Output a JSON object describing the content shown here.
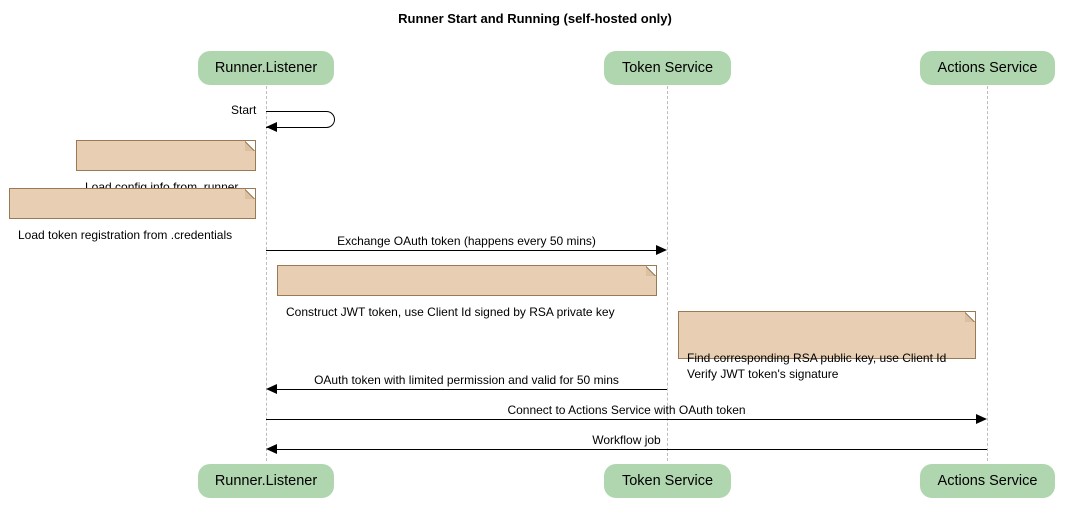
{
  "diagram": {
    "type": "uml-sequence-diagram",
    "title": "Runner Start and Running (self-hosted only)",
    "colors": {
      "participant_fill": "#b0d6af",
      "note_fill": "#e8cfb4",
      "note_border": "#9a7a55",
      "lifeline": "#bdbdbd",
      "line": "#000000",
      "background": "#ffffff"
    },
    "participants": [
      {
        "id": "runner",
        "label": "Runner.Listener"
      },
      {
        "id": "token",
        "label": "Token Service"
      },
      {
        "id": "actions",
        "label": "Actions Service"
      }
    ],
    "participants_footer": [
      {
        "id": "runner",
        "label": "Runner.Listener"
      },
      {
        "id": "token",
        "label": "Token Service"
      },
      {
        "id": "actions",
        "label": "Actions Service"
      }
    ],
    "messages": [
      {
        "id": "start",
        "label": "Start",
        "from": "runner",
        "to": "runner",
        "kind": "self-call",
        "direction": "self"
      },
      {
        "id": "exchange-oauth-token",
        "label": "Exchange OAuth token (happens every 50 mins)",
        "from": "runner",
        "to": "token",
        "kind": "call",
        "direction": "right"
      },
      {
        "id": "oauth-token-reply",
        "label": "OAuth token with limited permission and valid for 50 mins",
        "from": "token",
        "to": "runner",
        "kind": "return",
        "direction": "left"
      },
      {
        "id": "connect-to-actions-service",
        "label": "Connect to Actions Service with OAuth token",
        "from": "runner",
        "to": "actions",
        "kind": "call",
        "direction": "right"
      },
      {
        "id": "workflow-job",
        "label": "Workflow job",
        "from": "actions",
        "to": "runner",
        "kind": "return",
        "direction": "left"
      }
    ],
    "notes": [
      {
        "id": "load-config",
        "text": "Load config info from .runner",
        "attached_to": "runner",
        "side": "left"
      },
      {
        "id": "load-token-registration",
        "text": "Load token registration from .credentials",
        "attached_to": "runner",
        "side": "left"
      },
      {
        "id": "construct-jwt-token",
        "text": "Construct JWT token, use Client Id signed by RSA private key",
        "attached_to": "runner",
        "side": "right"
      },
      {
        "id": "verify-jwt-token",
        "text": "Find corresponding RSA public key, use Client Id\nVerify JWT token's signature",
        "attached_to": "token",
        "side": "right"
      }
    ]
  }
}
